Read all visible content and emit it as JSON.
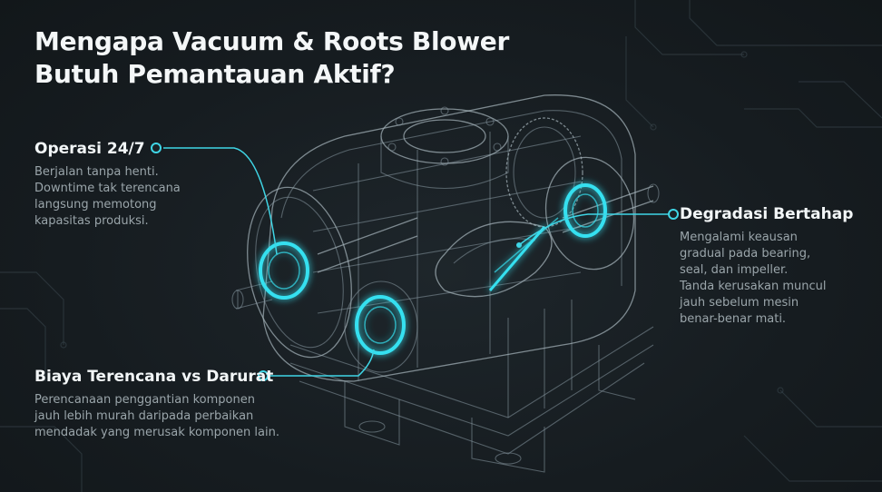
{
  "title": {
    "line1": "Mengapa Vacuum & Roots Blower",
    "line2": "Butuh Pemantauan Aktif?"
  },
  "callouts": {
    "operation": {
      "heading": "Operasi 24/7",
      "lines": [
        "Berjalan tanpa henti.",
        "Downtime tak terencana",
        "langsung memotong",
        "kapasitas produksi."
      ]
    },
    "degradation": {
      "heading": "Degradasi Bertahap",
      "lines": [
        "Mengalami keausan",
        "gradual pada bearing,",
        "seal, dan impeller.",
        "Tanda kerusakan muncul",
        "jauh sebelum mesin",
        "benar-benar mati."
      ]
    },
    "cost": {
      "heading": "Biaya Terencana vs Darurat",
      "lines": [
        "Perencanaan penggantian komponen",
        "jauh lebih murah daripada perbaikan",
        "mendadak yang merusak komponen lain."
      ]
    }
  },
  "colors": {
    "background": "#161c20",
    "accent": "#35e0f0",
    "heading": "#f2f6f7",
    "body": "#9aa5aa"
  }
}
